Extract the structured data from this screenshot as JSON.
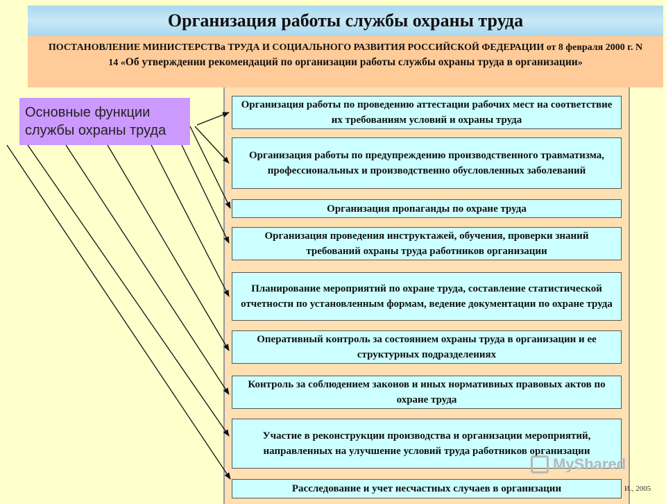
{
  "title": "Организация работы службы охраны труда",
  "decree": {
    "line_start": "ПОСТАНОВЛЕНИЕ МИНИСТЕРСТВа ТРУДА И СОЦИАЛЬНОГО РАЗВИТИЯ РОССИЙСКОЙ ФЕДЕРАЦИИ от 8 февраля 2000 г. N 14 «",
    "line_big": "Об утверждении рекомендаций по организации работы службы охраны труда в организации",
    "line_end": "»"
  },
  "side_label": "Основные функции службы охраны труда",
  "functions": [
    "Организация работы по проведению аттестации рабочих мест на соответствие их требованиям условий и охраны труда",
    "Организация работы по предупреждению производственного травматизма, профессиональных и производственно обусловленных заболеваний",
    "Организация пропаганды по охране труда",
    "Организация проведения инструктажей, обучения, проверки знаний требований охраны труда работников организации",
    "Планирование мероприятий по охране труда, составление статистической отчетности по установленным формам, ведение документации по охране труда",
    "Оперативный контроль за состоянием охраны труда в организации и ее структурных подразделениях",
    "Контроль за соблюдением законов и иных нормативных правовых актов по охране труда",
    "Участие в реконструкции производства и организации мероприятий, направленных на улучшение условий труда работников организации",
    "Расследование и учет несчастных случаев в организации"
  ],
  "watermark": "MyShared",
  "footer_credit": "И., 2005"
}
